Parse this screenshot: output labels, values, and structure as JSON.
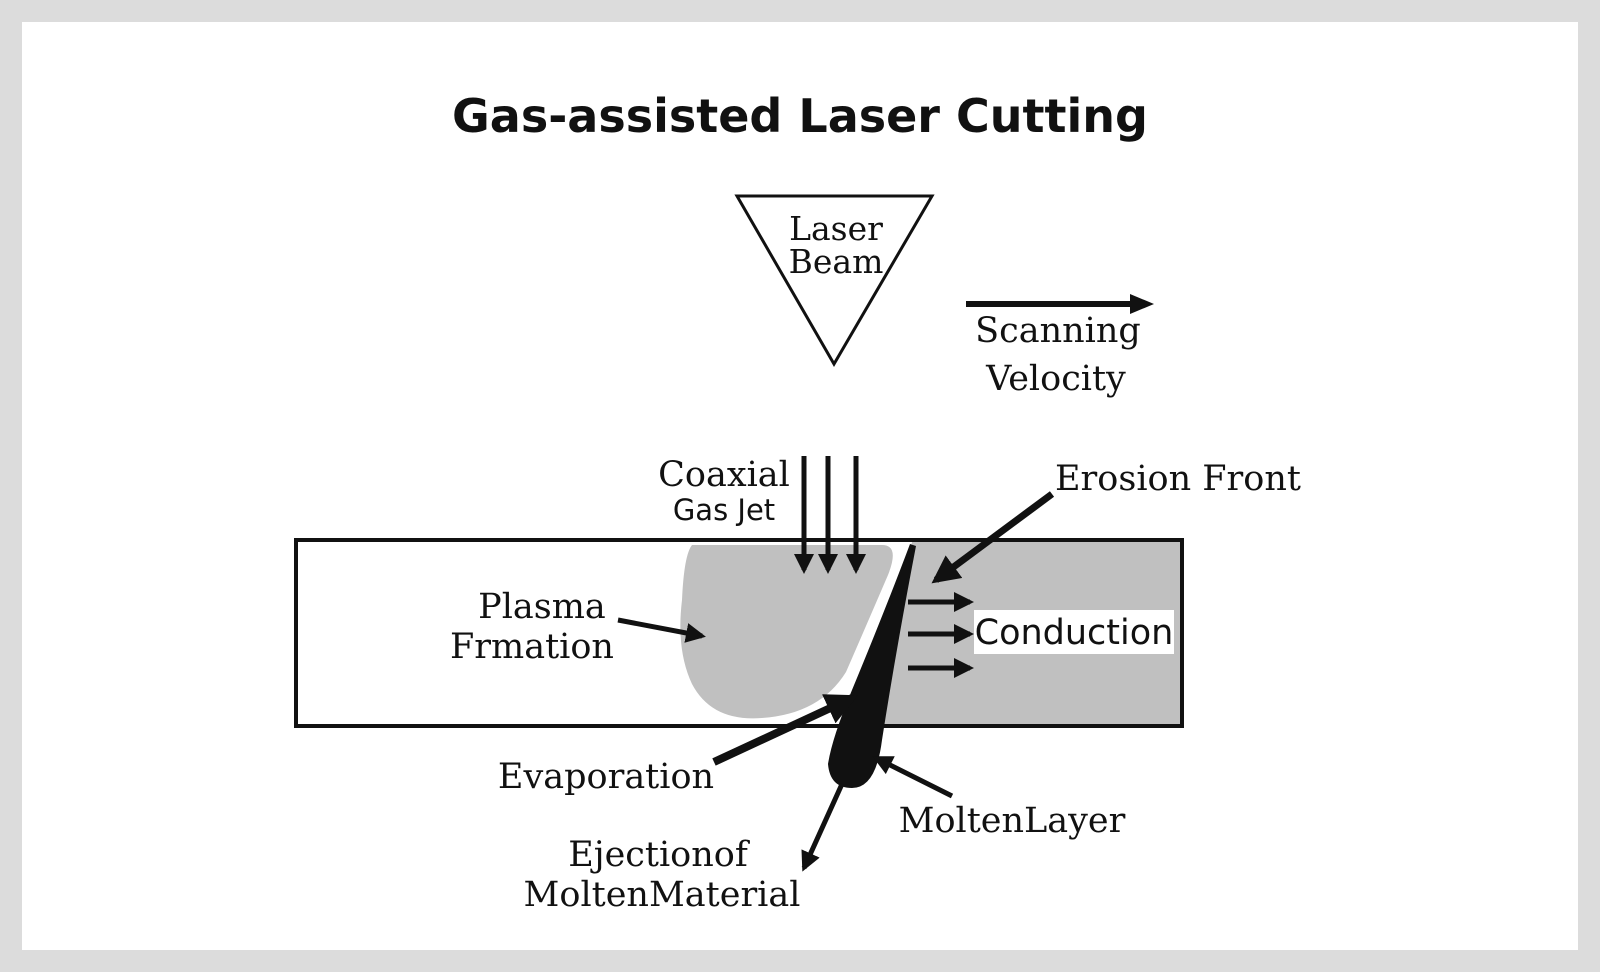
{
  "diagram": {
    "title": "Gas-assisted Laser Cutting",
    "labels": {
      "laser_beam_line1": "Laser",
      "laser_beam_line2": "Beam",
      "scanning_line1": "Scanning",
      "scanning_line2": "Velocity",
      "coaxial_line1": "Coaxial",
      "coaxial_line2": "Gas Jet",
      "erosion_front": "Erosion Front",
      "plasma_line1": "Plasma",
      "plasma_line2": "Frmation",
      "conduction": "Conduction",
      "evaporation": "Evaporation",
      "molten_layer": "MoltenLayer",
      "ejection_line1": "Ejectionof",
      "ejection_line2": "MoltenMaterial"
    },
    "colors": {
      "background": "#dcdcdc",
      "canvas": "#ffffff",
      "workpiece_fill": "#ffffff",
      "heated_zone": "#c0c0c0",
      "ink": "#111111"
    }
  }
}
